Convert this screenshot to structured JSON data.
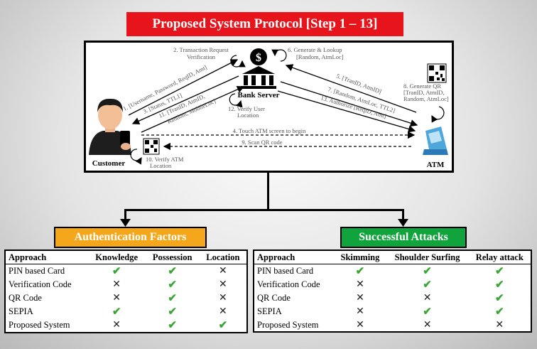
{
  "title": "Proposed System Protocol [Step 1 – 13]",
  "diagram": {
    "entities": {
      "bank_server": "Bank Server",
      "customer": "Customer",
      "atm": "ATM"
    },
    "steps": {
      "s1": "1. [Username, Password, ReqID, Amt]",
      "s2a": "2. Transaction Request",
      "s2b": "Verification",
      "s3": "3. [Status, TTL1]",
      "s4": "4. Touch ATM screen to begin",
      "s5": "5. [TranID, AtmID]",
      "s6a": "6. Generate & Lookup",
      "s6b": "[Random, AtmLoc]",
      "s7": "7. [Random, AtmLoc, TTL2]",
      "s8a": "8. Generate QR",
      "s8b": "[TranID, AtmID,",
      "s8c": "Random, AtmLoc]",
      "s9": "9. Scan QR code",
      "s10a": "10. Verify ATM",
      "s10b": "Location",
      "s11a": "11. [TranID, AtmID,",
      "s11b": "Random, MobileLoc]",
      "s12a": "12. Verify User",
      "s12b": "Location",
      "s13": "13. Authorize [ReqID, Amt]"
    },
    "icons": [
      "bank-icon",
      "qr-code-icon",
      "atm-icon",
      "customer-icon"
    ]
  },
  "auth_factors": {
    "label": "Authentication Factors",
    "headers": [
      "Approach",
      "Knowledge",
      "Possession",
      "Location"
    ],
    "rows": [
      {
        "approach": "PIN based Card",
        "marks": [
          "check",
          "check",
          "cross"
        ]
      },
      {
        "approach": "Verification Code",
        "marks": [
          "cross",
          "check",
          "cross"
        ]
      },
      {
        "approach": "QR Code",
        "marks": [
          "cross",
          "check",
          "cross"
        ]
      },
      {
        "approach": "SEPIA",
        "marks": [
          "check",
          "check",
          "cross"
        ]
      },
      {
        "approach": "Proposed System",
        "marks": [
          "cross",
          "check",
          "check"
        ]
      }
    ]
  },
  "attacks": {
    "label": "Successful Attacks",
    "headers": [
      "Approach",
      "Skimming",
      "Shoulder Surfing",
      "Relay attack"
    ],
    "rows": [
      {
        "approach": "PIN based Card",
        "marks": [
          "check",
          "check",
          "check"
        ]
      },
      {
        "approach": "Verification Code",
        "marks": [
          "cross",
          "check",
          "check"
        ]
      },
      {
        "approach": "QR Code",
        "marks": [
          "cross",
          "cross",
          "check"
        ]
      },
      {
        "approach": "SEPIA",
        "marks": [
          "cross",
          "check",
          "check"
        ]
      },
      {
        "approach": "Proposed System",
        "marks": [
          "cross",
          "cross",
          "cross"
        ]
      }
    ]
  },
  "colors": {
    "title_bg": "#e8141b",
    "auth_label_bg": "#f5a71c",
    "attacks_label_bg": "#11a33c",
    "check": "#3aa635"
  }
}
